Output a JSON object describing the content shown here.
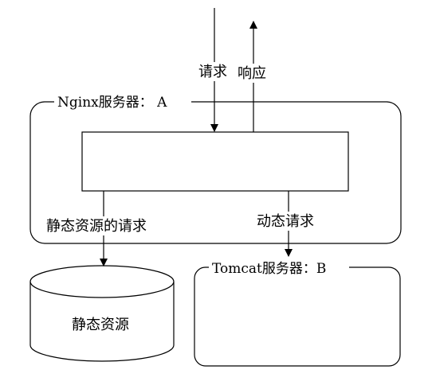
{
  "labels": {
    "request": "请求",
    "response": "响应",
    "nginx_server": "Nginx服务器： A",
    "static_request": "静态资源的请求",
    "dynamic_request": "动态请求",
    "tomcat_server": "Tomcat服务器：B",
    "static_resource": "静态资源"
  },
  "colors": {
    "stroke": "#000000",
    "background": "#ffffff"
  }
}
